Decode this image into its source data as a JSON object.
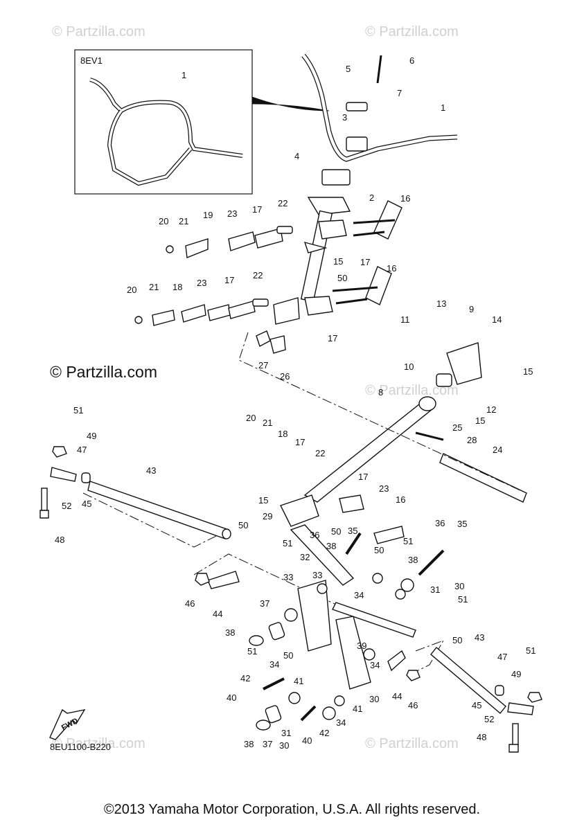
{
  "watermark": "© Partzilla.com",
  "partzilla_label": "© Partzilla.com",
  "inset_label": "8EV1",
  "diagram_ref": "8EU1100-B220",
  "fwd_label": "FWD",
  "copyright": "©2013 Yamaha Motor Corporation, U.S.A. All rights reserved.",
  "callouts": [
    "1",
    "1",
    "2",
    "3",
    "4",
    "5",
    "6",
    "7",
    "8",
    "9",
    "10",
    "11",
    "12",
    "13",
    "14",
    "15",
    "15",
    "15",
    "15",
    "16",
    "16",
    "16",
    "17",
    "17",
    "17",
    "17",
    "17",
    "17",
    "18",
    "18",
    "19",
    "20",
    "20",
    "20",
    "21",
    "21",
    "21",
    "22",
    "22",
    "22",
    "23",
    "23",
    "23",
    "24",
    "25",
    "26",
    "27",
    "28",
    "29",
    "30",
    "30",
    "30",
    "31",
    "31",
    "32",
    "33",
    "33",
    "34",
    "34",
    "34",
    "34",
    "35",
    "35",
    "36",
    "36",
    "37",
    "37",
    "38",
    "38",
    "38",
    "38",
    "39",
    "40",
    "40",
    "41",
    "41",
    "42",
    "42",
    "43",
    "43",
    "44",
    "44",
    "45",
    "45",
    "46",
    "46",
    "47",
    "47",
    "48",
    "48",
    "49",
    "49",
    "50",
    "50",
    "50",
    "50",
    "50",
    "50",
    "51",
    "51",
    "51",
    "51",
    "51",
    "51",
    "52",
    "52"
  ]
}
